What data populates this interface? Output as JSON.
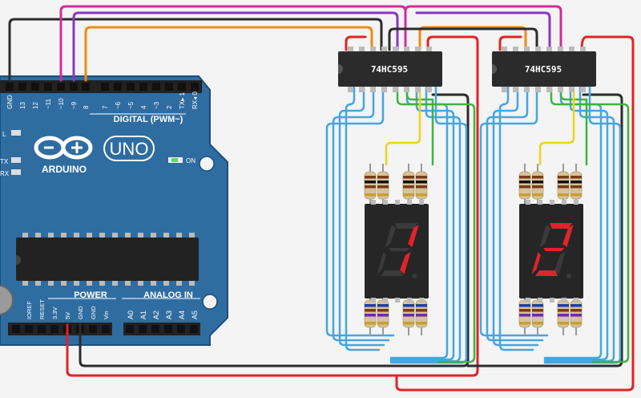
{
  "arduino": {
    "logo_text": "ARDUINO",
    "model": "UNO",
    "on_label": "ON",
    "digital_header": "DIGITAL (PWM~)",
    "digital_pins": [
      "GND",
      "13",
      "12",
      "~11",
      "~10",
      "~9",
      "8",
      "7",
      "~6",
      "~5",
      "4",
      "~3",
      "2",
      "TX▸ 1",
      "RX◂ 0"
    ],
    "power_header": "POWER",
    "power_pins": [
      "IOREF",
      "RESET",
      "3.3V",
      "5V",
      "GND",
      "GND",
      "Vin"
    ],
    "analog_header": "ANALOG IN",
    "analog_pins": [
      "A0",
      "A1",
      "A2",
      "A3",
      "A4",
      "A5"
    ],
    "side_labels": [
      "L",
      "TX",
      "RX"
    ]
  },
  "shift_registers": [
    {
      "label": "74HC595"
    },
    {
      "label": "74HC595"
    }
  ],
  "displays": [
    {
      "digit": "1",
      "segments_on": [
        "b",
        "c"
      ]
    },
    {
      "digit": "2",
      "segments_on": [
        "a",
        "b",
        "g",
        "e",
        "d"
      ]
    }
  ],
  "colors": {
    "board": "#2f6ca0",
    "board_dark": "#1d4f7b",
    "wire_red": "#e02424",
    "wire_black": "#2c2c2c",
    "wire_magenta": "#d02d9a",
    "wire_purple": "#8a36c2",
    "wire_orange": "#f08a15",
    "wire_blue": "#45a6e0",
    "wire_green": "#3fb43f",
    "wire_yellow": "#f0d21a",
    "segment_on": "#e1232a",
    "segment_off": "#3b3b3b",
    "display_body": "#262626",
    "chip_body": "#2b2b2b"
  }
}
